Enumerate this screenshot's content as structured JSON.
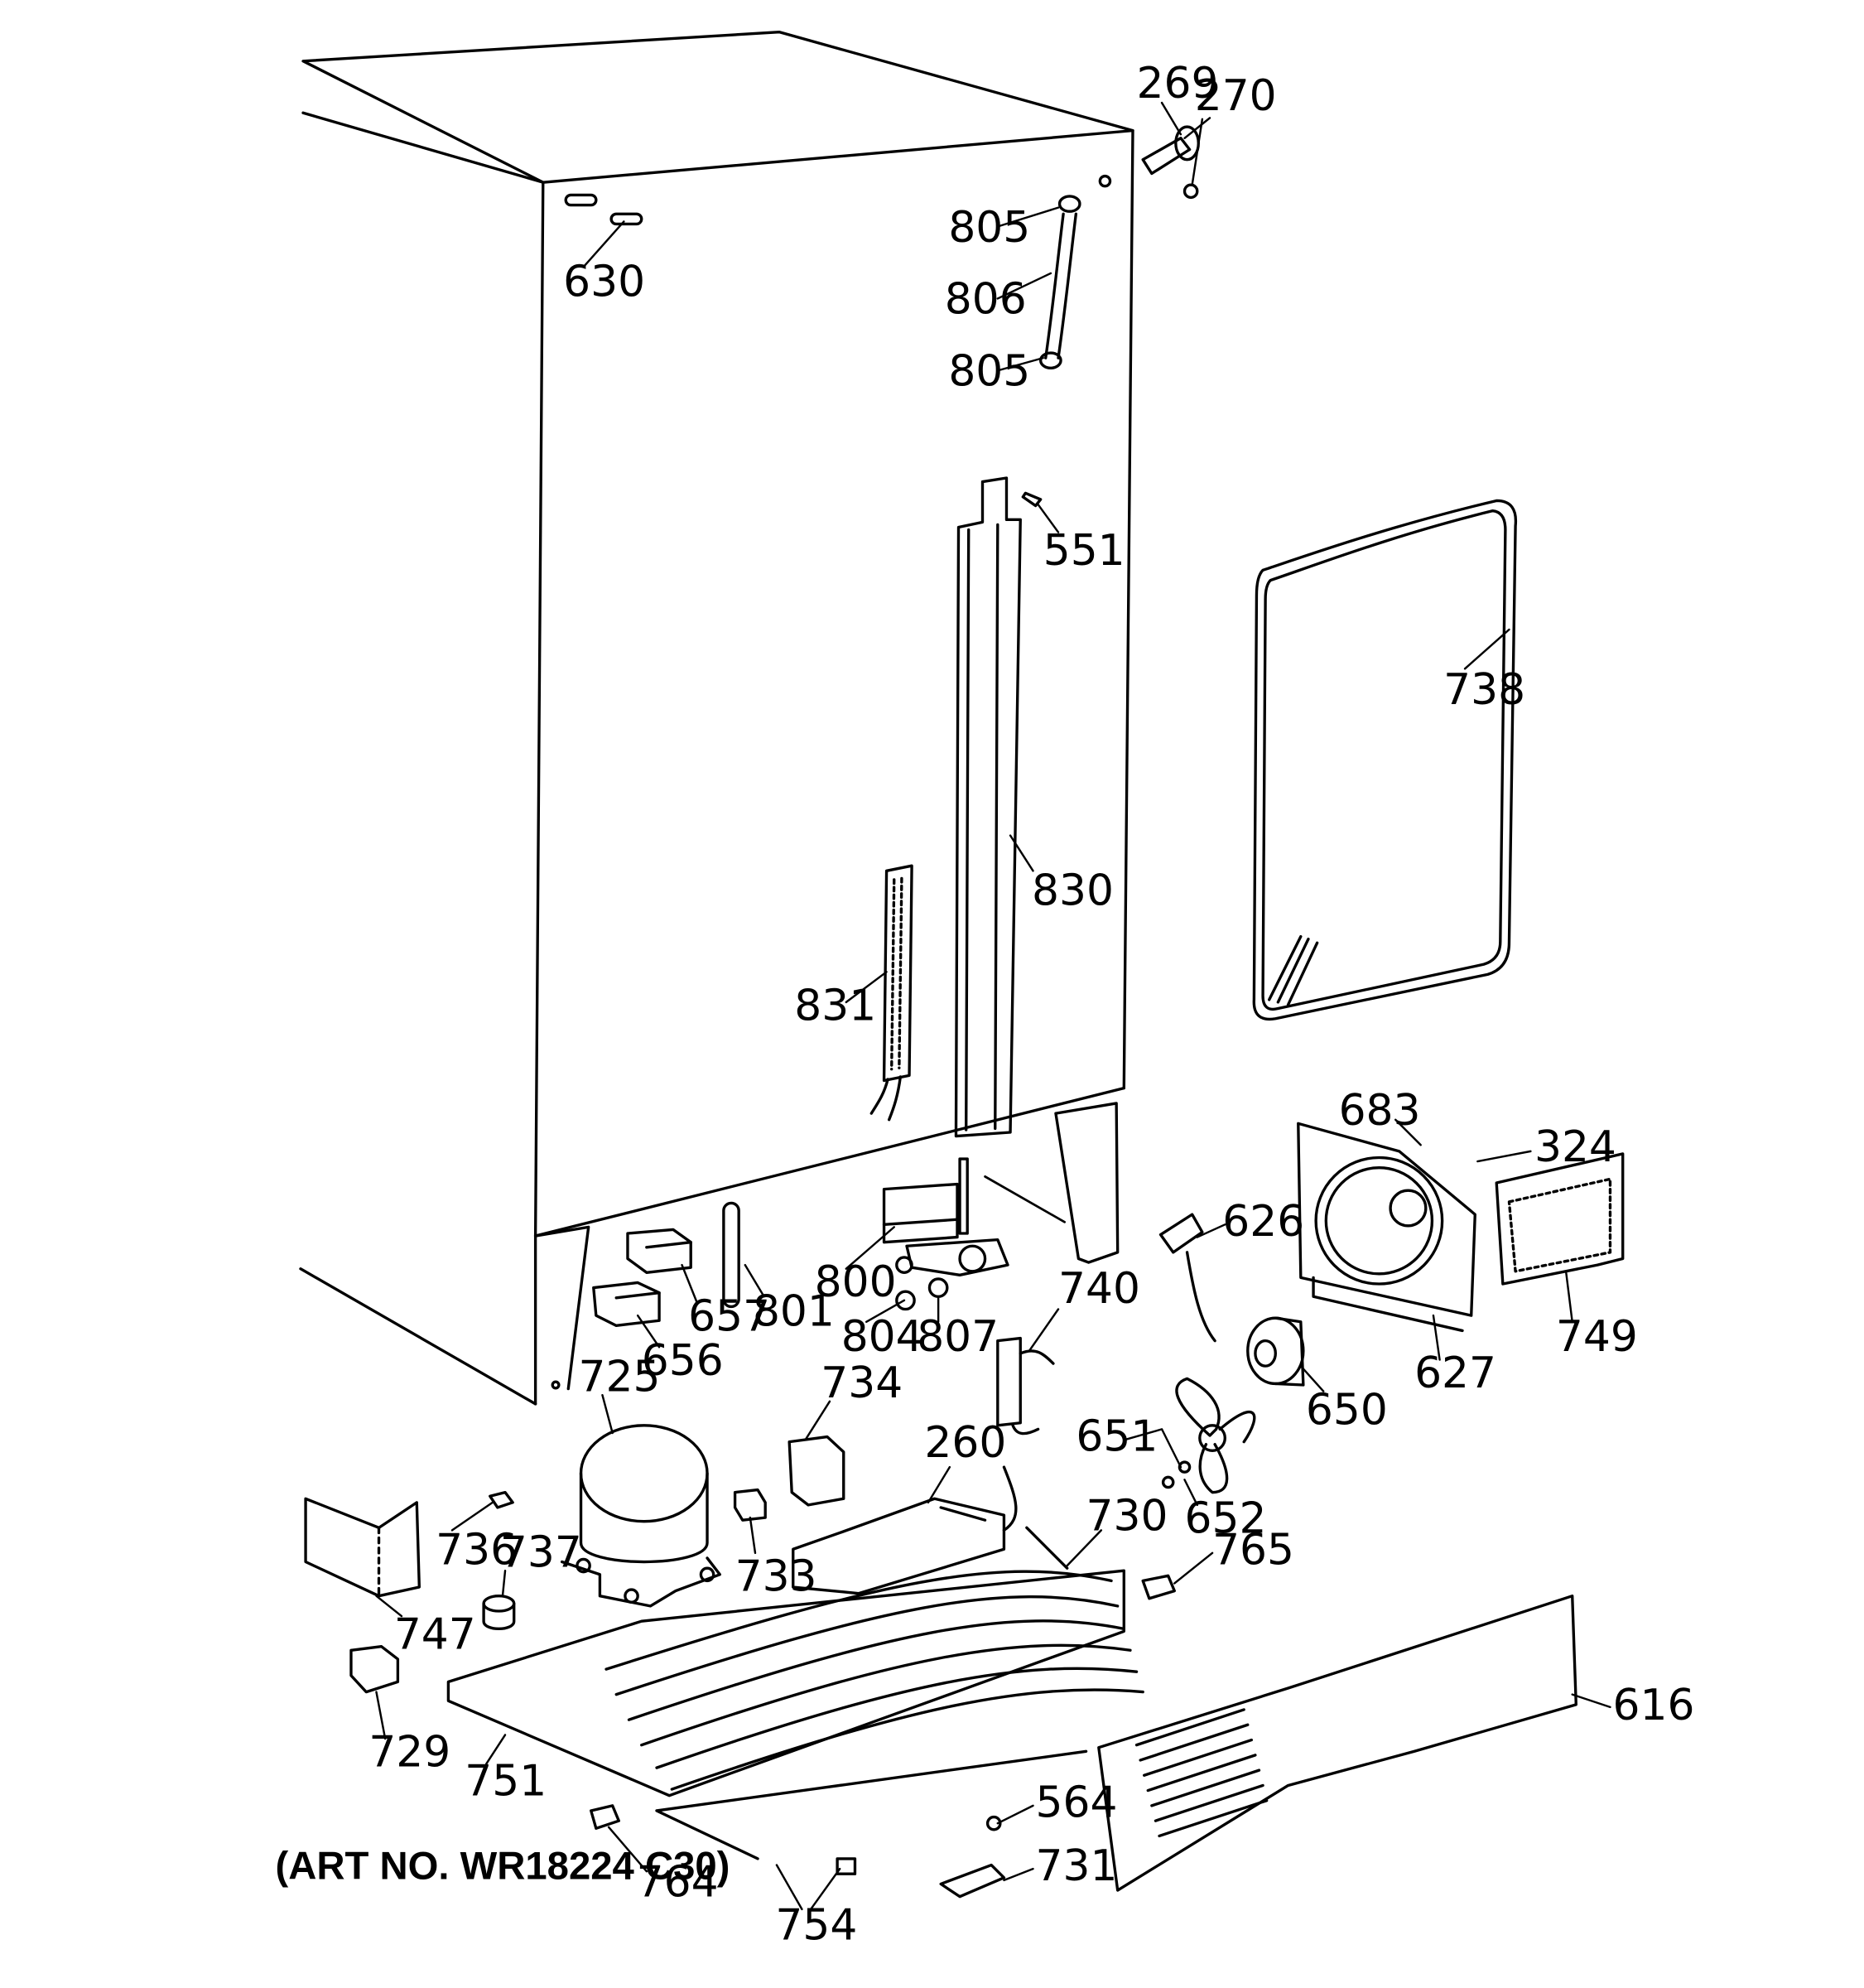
{
  "art_number": "(ART NO. WR18224 C30)",
  "parts": {
    "p269": "269",
    "p270": "270",
    "p630": "630",
    "p805a": "805",
    "p806": "806",
    "p805b": "805",
    "p551": "551",
    "p738": "738",
    "p830": "830",
    "p831": "831",
    "p683": "683",
    "p324": "324",
    "p626": "626",
    "p657": "657",
    "p801": "801",
    "p800": "800",
    "p740": "740",
    "p656": "656",
    "p804": "804",
    "p807": "807",
    "p627": "627",
    "p749": "749",
    "p650": "650",
    "p725": "725",
    "p734": "734",
    "p260": "260",
    "p651": "651",
    "p652": "652",
    "p730": "730",
    "p765": "765",
    "p736": "736",
    "p737": "737",
    "p733": "733",
    "p747": "747",
    "p616": "616",
    "p729": "729",
    "p751": "751",
    "p564": "564",
    "p731": "731",
    "p764": "764",
    "p754": "754"
  }
}
